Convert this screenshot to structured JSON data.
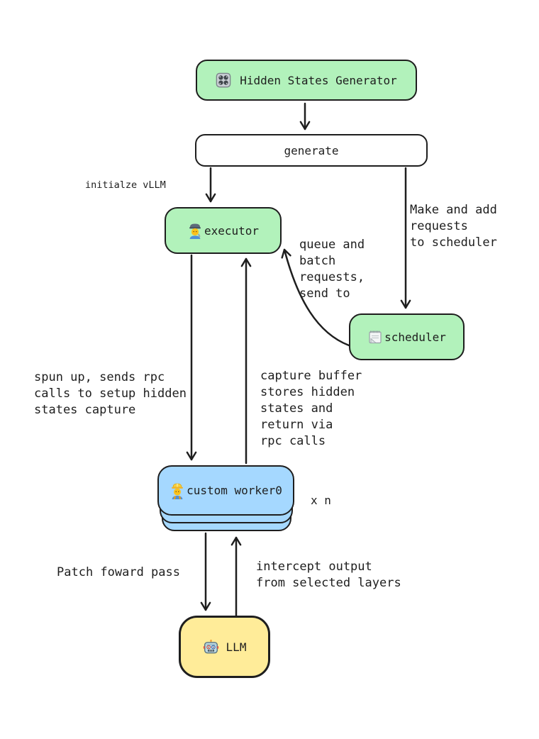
{
  "diagram": {
    "title_hint": "vLLM hidden states capture flow",
    "colors": {
      "stroke": "#1e1e1e",
      "node_green": "#b2f2bb",
      "node_blue": "#a5d8ff",
      "node_yellow": "#ffec99",
      "node_white": "#ffffff",
      "background": "#ffffff"
    },
    "nodes": {
      "generator": {
        "label": "Hidden States Generator",
        "icon": "control-knobs-icon",
        "fill": "#b2f2bb"
      },
      "generate": {
        "label": "generate",
        "fill": "#ffffff"
      },
      "executor": {
        "label": "executor",
        "icon": "man-mechanic-icon",
        "fill": "#b2f2bb"
      },
      "scheduler": {
        "label": "scheduler",
        "icon": "spiral-notepad-icon",
        "fill": "#b2f2bb"
      },
      "worker": {
        "label": "custom worker0",
        "icon": "construction-worker-icon",
        "fill": "#a5d8ff",
        "multiplier": "x n",
        "stacked": true
      },
      "llm": {
        "label": "LLM",
        "icon": "robot-icon",
        "fill": "#ffec99"
      }
    },
    "annotations": {
      "initialize": "initialze vLLM",
      "make_requests": "Make and add\nrequests\nto scheduler",
      "queue_batch": "queue and\nbatch\nrequests,\nsend to",
      "spun_up": "spun up, sends rpc\ncalls to setup hidden\nstates capture",
      "capture_buffer": "capture buffer\nstores hidden\nstates and\nreturn via\nrpc calls",
      "patch_forward": "Patch foward pass",
      "intercept": "intercept output\nfrom selected layers"
    },
    "edges": [
      {
        "from": "generator",
        "to": "generate"
      },
      {
        "from": "generate",
        "to": "executor"
      },
      {
        "from": "generate",
        "to": "scheduler"
      },
      {
        "from": "scheduler",
        "to": "executor"
      },
      {
        "from": "executor",
        "to": "worker"
      },
      {
        "from": "worker",
        "to": "executor"
      },
      {
        "from": "worker",
        "to": "llm"
      },
      {
        "from": "llm",
        "to": "worker"
      }
    ]
  }
}
